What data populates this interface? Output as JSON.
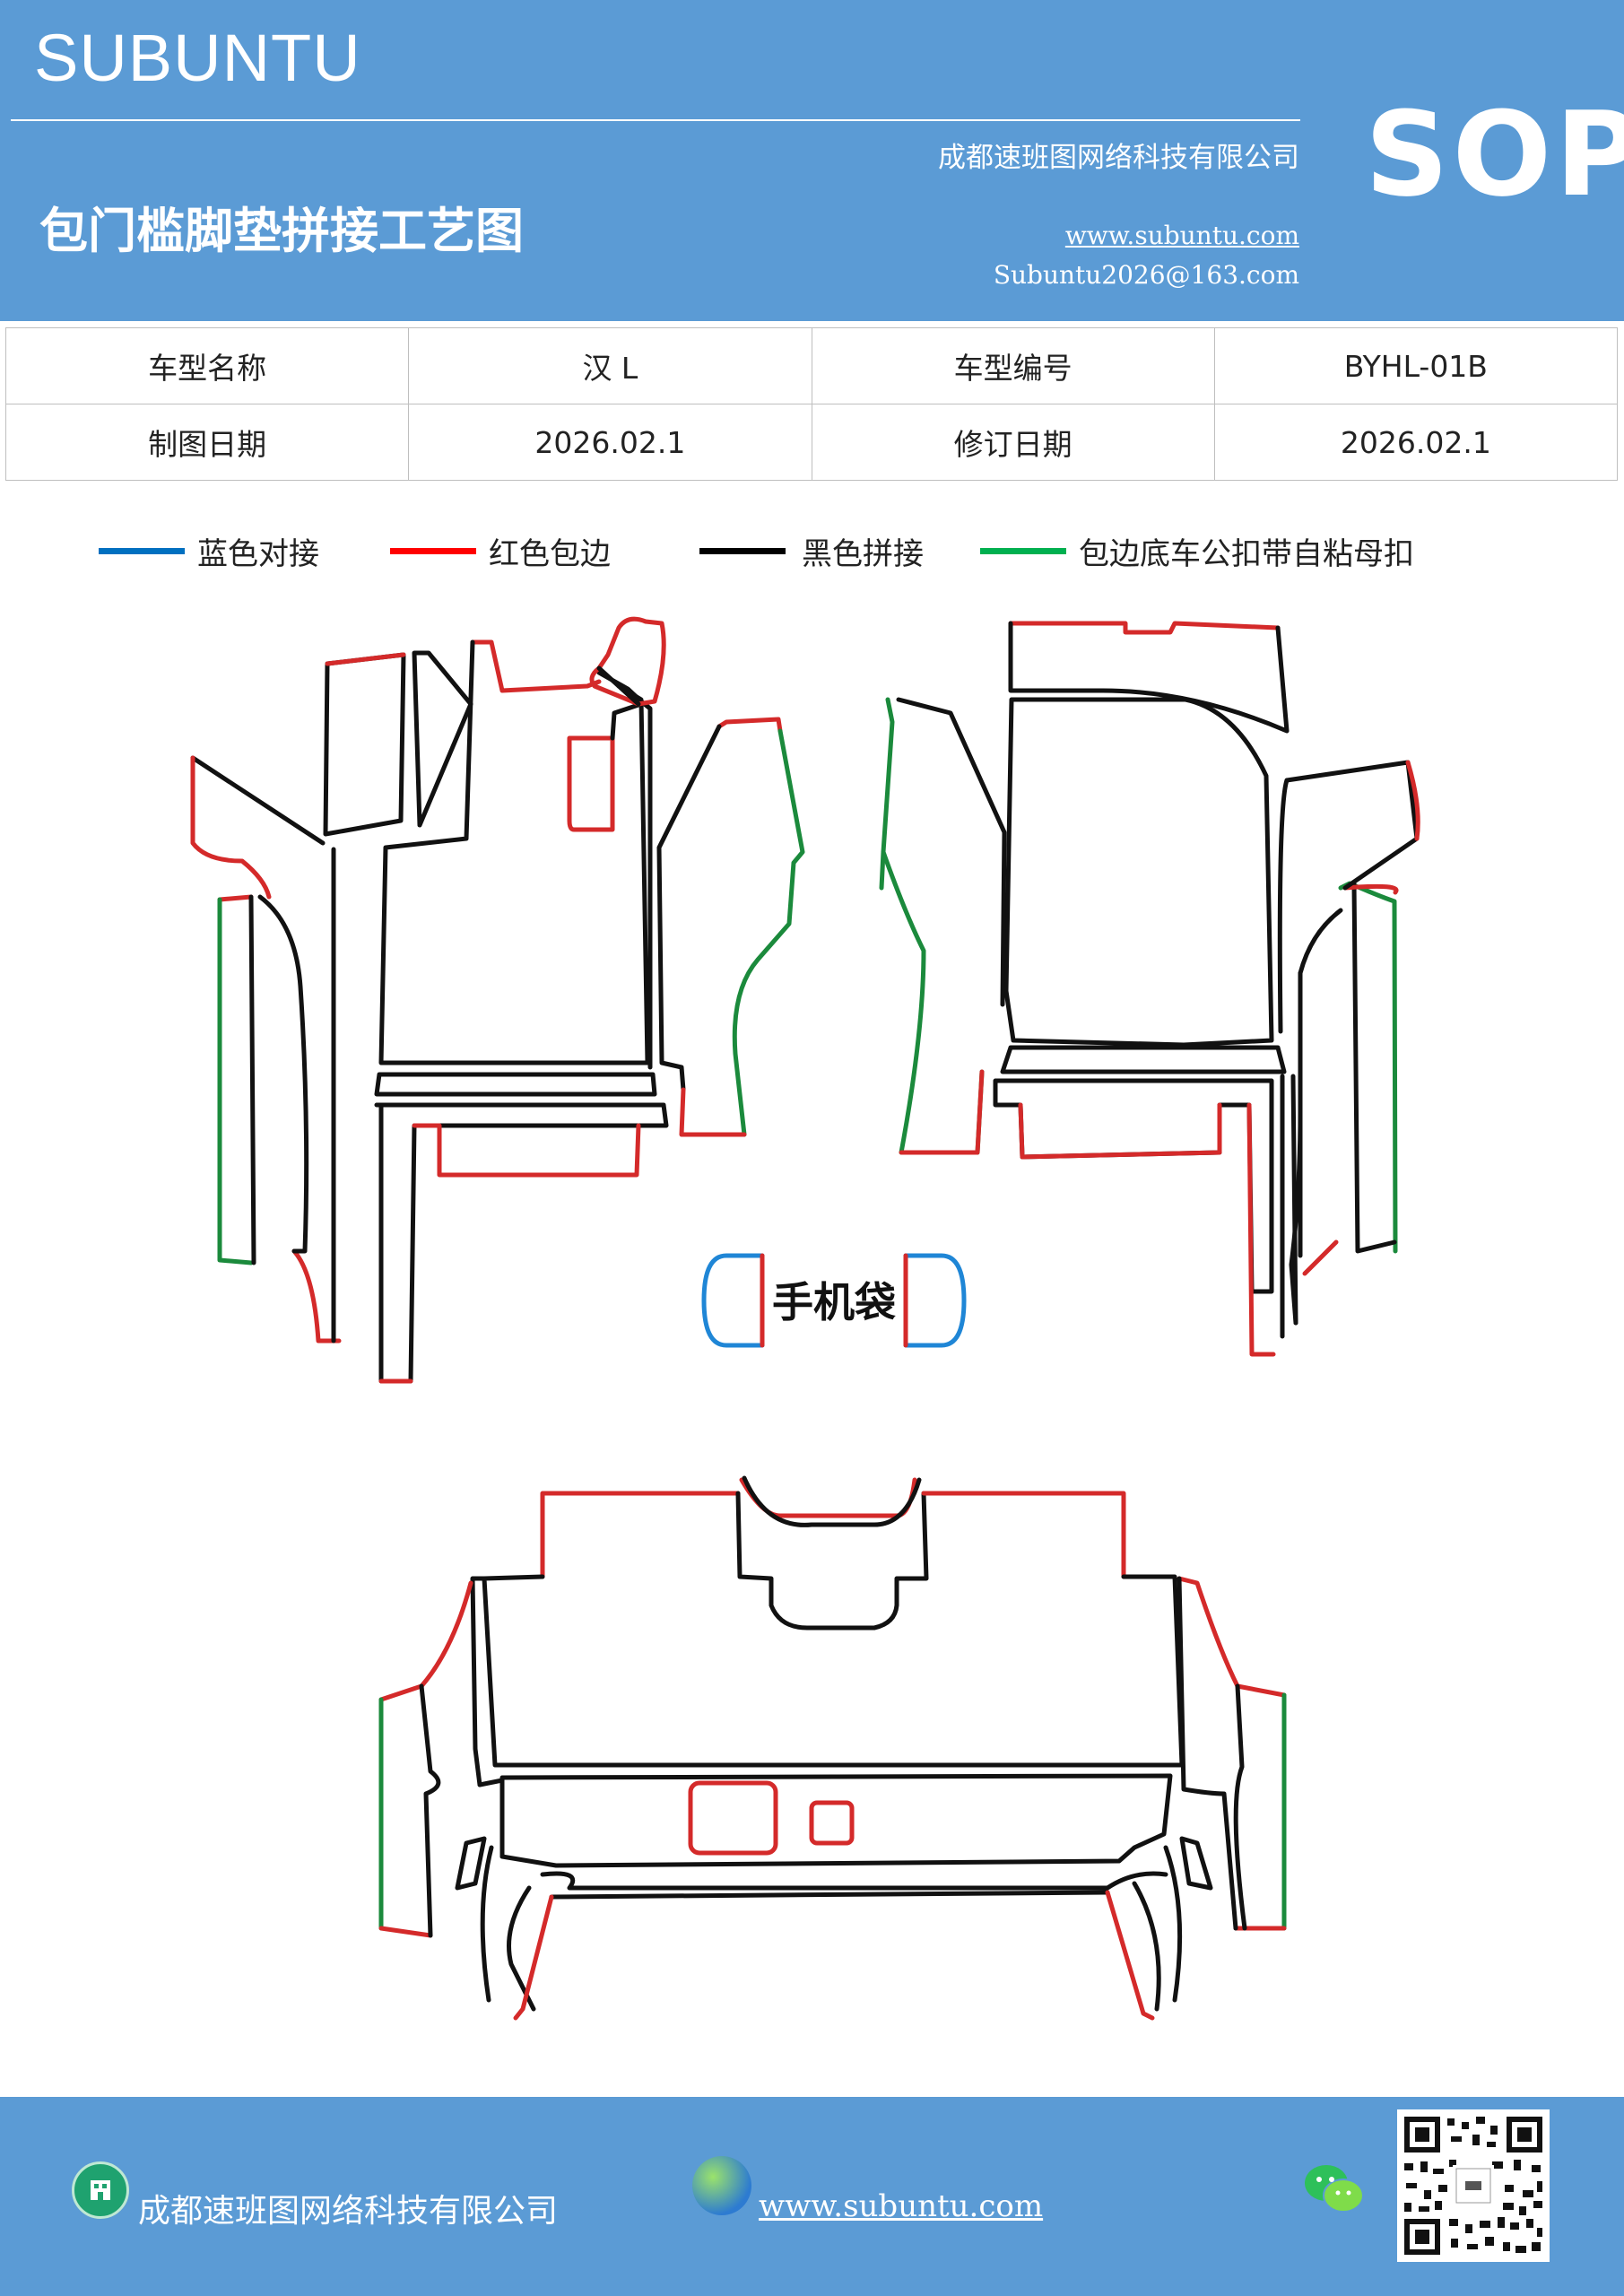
{
  "header": {
    "brand": "SUBUNTU",
    "company": "成都速班图网络科技有限公司",
    "title": "包门槛脚垫拼接工艺图",
    "url": "www.subuntu.com",
    "email": "Subuntu2026@163.com",
    "badge": "SOP"
  },
  "info": {
    "row1": [
      "车型名称",
      "汉 L",
      "车型编号",
      "BYHL-01B"
    ],
    "row2": [
      "制图日期",
      "2026.02.1",
      "修订日期",
      "2026.02.1"
    ]
  },
  "legend": [
    {
      "label": "蓝色对接",
      "color": "#0070c0"
    },
    {
      "label": "红色包边",
      "color": "#ff0000"
    },
    {
      "label": "黑色拼接",
      "color": "#000000"
    },
    {
      "label": "包边底车公扣带自粘母扣",
      "color": "#00b050"
    }
  ],
  "diagram": {
    "phone_bag_label": "手机袋",
    "line_colors": {
      "red": "#d42a2a",
      "black": "#111111",
      "green": "#1b8a3c",
      "blue": "#1f86d6"
    }
  },
  "footer": {
    "building_icon": "building-icon",
    "company": "成都速班图网络科技有限公司",
    "globe_icon": "globe-icon",
    "url": "www.subuntu.com",
    "wechat_icon": "wechat-icon",
    "qr_icon": "qr-code"
  }
}
